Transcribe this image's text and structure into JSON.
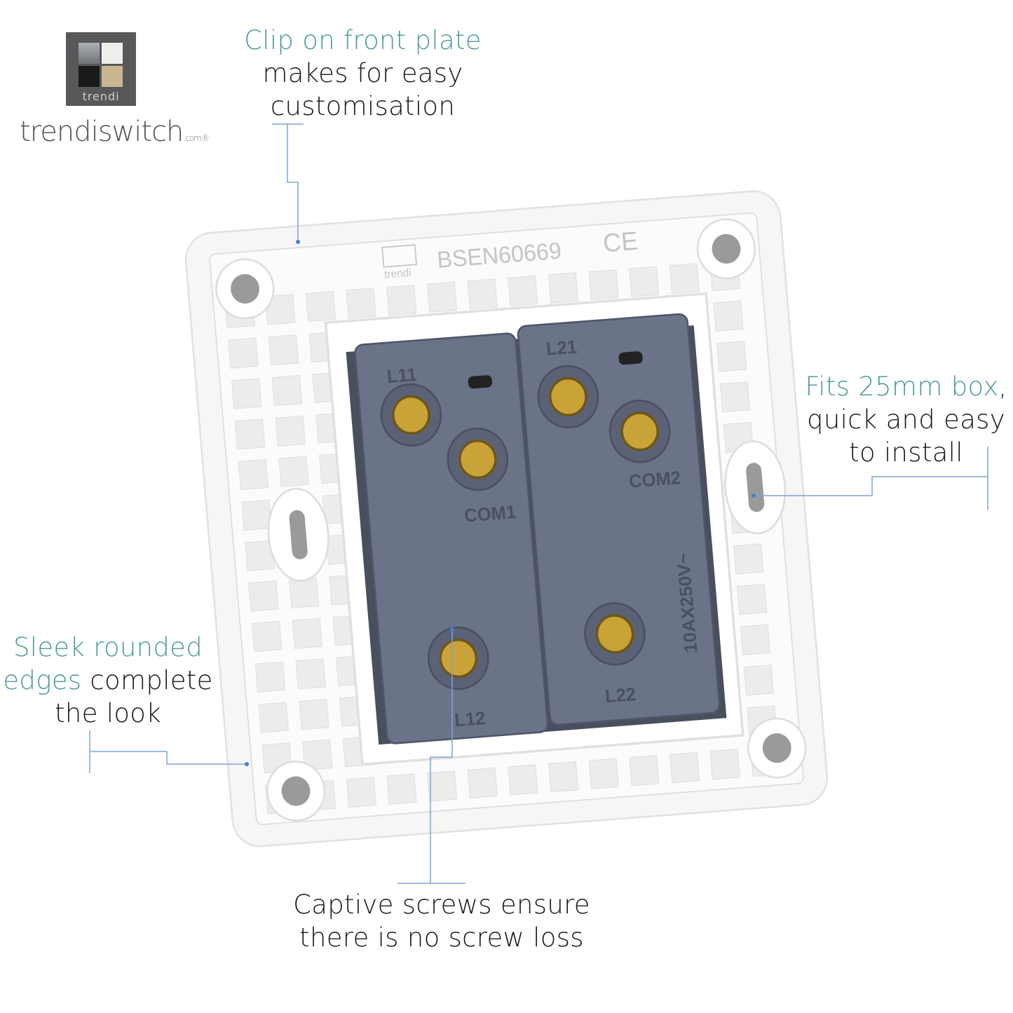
{
  "logo": {
    "badge_text": "trendi",
    "wordmark": "trendiswitch",
    "wordmark_suffix": ".com®"
  },
  "callouts": {
    "clip": {
      "highlight": "Clip on front plate",
      "line2": "makes for easy",
      "line3": "customisation"
    },
    "fits": {
      "highlight": "Fits 25mm box",
      "tail": ",",
      "line2": "quick and easy",
      "line3": "to install"
    },
    "sleek": {
      "highlight1": "Sleek rounded",
      "highlight2": "edges",
      "tail2": " complete",
      "line3": "the look"
    },
    "captive": {
      "line1": "Captive screws ensure",
      "line2": "there is no screw loss"
    }
  },
  "product_markings": {
    "standard": "BSEN60669",
    "ce": "CE",
    "brand": "trendi",
    "l11": "L11",
    "l21": "L21",
    "com1": "COM1",
    "com2": "COM2",
    "l12": "L12",
    "l22": "L22",
    "rating": "10AX250V~"
  },
  "colors": {
    "accent": "#4c9aa2",
    "leader_line": "#7fa3d6",
    "mechanism": "#6b7389",
    "logo_bg": "#58585a"
  }
}
